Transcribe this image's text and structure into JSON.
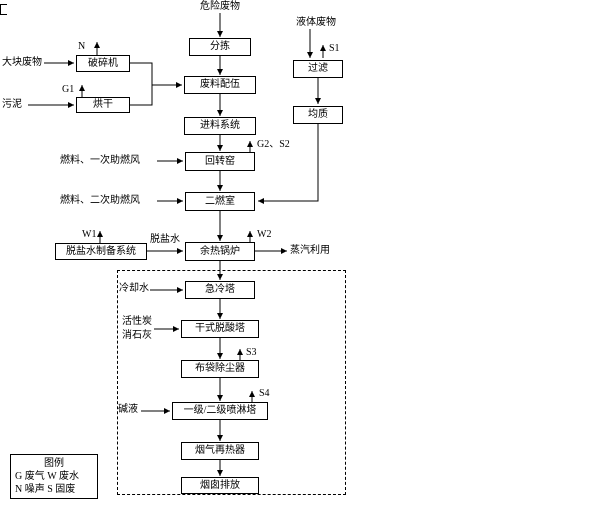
{
  "diagram_title": "危险废物",
  "nodes": {
    "sorting": "分拣",
    "blending": "废料配伍",
    "feeding_system": "进料系统",
    "rotary_kiln": "回转窑",
    "secondary_chamber": "二燃室",
    "waste_heat_boiler": "余热锅炉",
    "quench_tower": "急冷塔",
    "dry_deacid_tower": "干式脱酸塔",
    "bag_dust_collector": "布袋除尘器",
    "spray_tower": "一级/二级喷淋塔",
    "flue_gas_reheater": "烟气再热器",
    "stack_discharge": "烟囱排放",
    "crusher": "破碎机",
    "dryer": "烘干",
    "filter": "过滤",
    "homogenizer": "均质",
    "demin_water_system": "脱盐水制备系统"
  },
  "inputs": {
    "bulky_waste": "大块废物",
    "sludge": "污泥",
    "liquid_waste": "液体废物",
    "fuel_primary_air": "燃料、一次助燃风",
    "fuel_secondary_air": "燃料、二次助燃风",
    "demin_water": "脱盐水",
    "cooling_water": "冷却水",
    "activated_carbon": "活性炭",
    "slaked_lime": "消石灰",
    "alkali_liquor": "碱液"
  },
  "emissions": {
    "n": "N",
    "g1": "G1",
    "s1": "S1",
    "g2_s2": "G2、S2",
    "w1": "W1",
    "w2": "W2",
    "s3": "S3",
    "s4": "S4"
  },
  "outputs": {
    "steam_use": "蒸汽利用"
  },
  "legend": {
    "title": "图例",
    "line1": "G 废气 W 废水",
    "line2": "N 噪声 S 固废"
  }
}
